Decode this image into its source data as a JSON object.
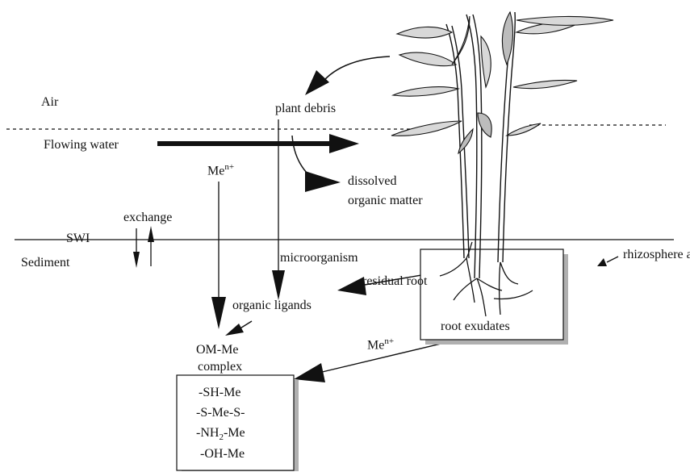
{
  "labels": {
    "air": "Air",
    "flowing_water": "Flowing water",
    "plant_debris": "plant debris",
    "dissolved_om": "dissolved",
    "dissolved_om_2": "organic matter",
    "me_ion_top": "Me",
    "me_ion_top_sup": "n+",
    "exchange": "exchange",
    "swi": "SWI",
    "sediment": "Sediment",
    "microorganism": "microorganism",
    "residual_root": "residual root",
    "organic_ligands": "organic ligands",
    "rhizosphere_area": "rhizosphere area",
    "root_exudates": "root exudates",
    "om_me": "OM-Me",
    "complex": "complex",
    "me_ion_bottom": "Me",
    "me_ion_bottom_sup": "n+"
  },
  "complex_box": {
    "sh_me": "-SH-Me",
    "s_me_s": "-S-Me-S-",
    "nh2_pre": "-NH",
    "nh2_sub": "2",
    "nh2_post": "-Me",
    "oh_me": "-OH-Me"
  }
}
